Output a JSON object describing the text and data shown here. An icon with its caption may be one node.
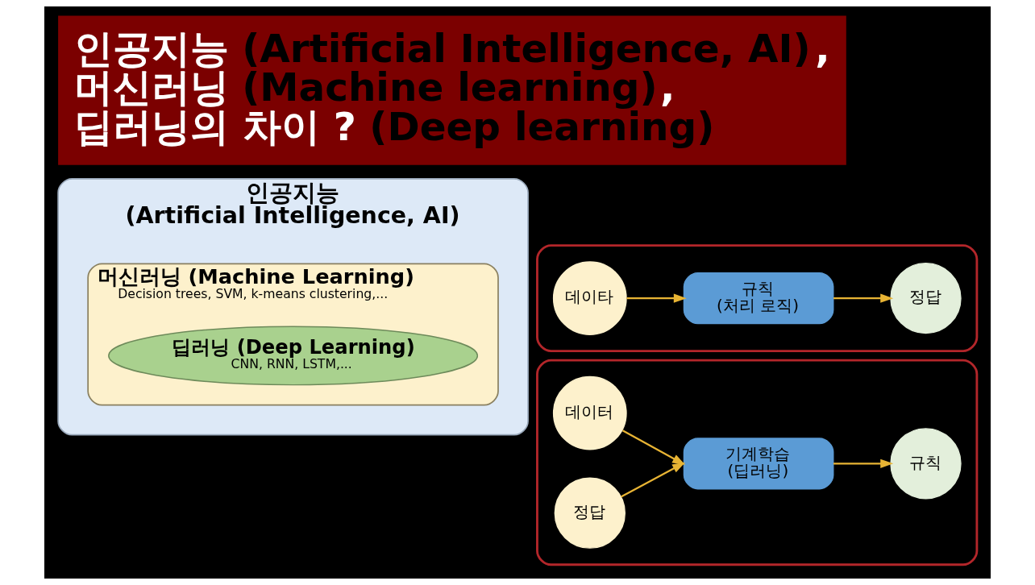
{
  "diagram": {
    "title": "인공지능 (Artificial Intelligence, AI), 머신러닝 (Machine learning), 딥러닝의 차이 ? (Deep learning)",
    "nodes": [
      {
        "text": [
          "인공지능 (Artificial Intelligence, AI)"
        ]
      },
      {
        "text": [
          "머신러닝 (Machine Learning)",
          "Decision trees, SVM, k-means clustering,..."
        ],
        "in": 0
      },
      {
        "text": [
          "딥러닝 (Deep Learning)",
          "CNN, RNN, LSTM,..."
        ],
        "in": 1
      },
      {
        "text": [],
        "shape": "box"
      },
      {
        "text": [
          "데이타"
        ],
        "in": 3
      },
      {
        "text": [
          "규칙 (처리 로직)"
        ],
        "in": 3
      },
      {
        "text": [
          "정답"
        ],
        "in": 3
      },
      {
        "text": [],
        "shape": "box"
      },
      {
        "text": [
          "데이터"
        ],
        "in": 7
      },
      {
        "text": [
          "정답"
        ],
        "in": 7
      },
      {
        "text": [
          "기계학습 (딥러닝)"
        ],
        "in": 7
      },
      {
        "text": [
          "규칙"
        ],
        "in": 7
      }
    ],
    "edges": [
      {
        "from": 4,
        "to": 5,
        "arrow": "to"
      },
      {
        "from": 5,
        "to": 6,
        "arrow": "to"
      },
      {
        "from": 8,
        "to": 10,
        "arrow": "to"
      },
      {
        "from": 9,
        "to": 10,
        "arrow": "to"
      },
      {
        "from": 10,
        "to": 11,
        "arrow": "to"
      }
    ]
  }
}
